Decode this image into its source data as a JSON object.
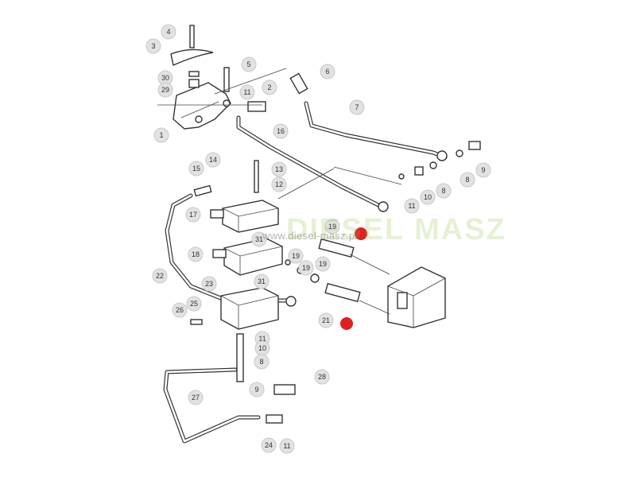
{
  "diagram": {
    "title": "Hydraulic valve block and pipes exploded view",
    "callouts": [
      "4",
      "3",
      "5",
      "6",
      "30",
      "29",
      "11",
      "2",
      "1",
      "7",
      "16",
      "14",
      "15",
      "13",
      "12",
      "9",
      "8",
      "8",
      "10",
      "11",
      "17",
      "19",
      "31",
      "18",
      "19",
      "19",
      "19",
      "22",
      "31",
      "23",
      "25",
      "26",
      "21",
      "11",
      "10",
      "8",
      "28",
      "9",
      "27",
      "24",
      "11"
    ],
    "watermark": "www.diesel-masz.pl",
    "watermark_logo": "DIESEL MASZ",
    "marker_color": "#e02020"
  }
}
